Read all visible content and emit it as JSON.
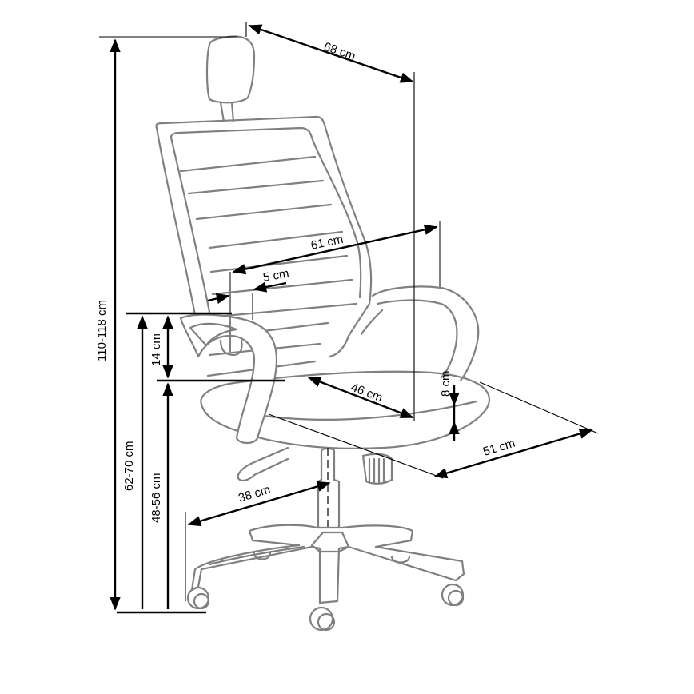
{
  "diagram": {
    "subject": "office chair with headrest — dimensions",
    "units": "cm",
    "colors": {
      "outline": "#808080",
      "dimension_lines": "#000000",
      "background": "#ffffff"
    },
    "dimensions": {
      "overall_depth": {
        "label": "68 cm"
      },
      "back_width": {
        "label": "61 cm"
      },
      "frame_thickness": {
        "label": "5 cm"
      },
      "total_height": {
        "label": "110-118 cm"
      },
      "armrest_height": {
        "label": "62-70 cm"
      },
      "armrest_above_seat": {
        "label": "14 cm"
      },
      "seat_height": {
        "label": "48-56 cm"
      },
      "seat_depth": {
        "label": "46 cm"
      },
      "seat_thickness": {
        "label": "8 cm"
      },
      "seat_width": {
        "label": "51 cm"
      },
      "base_radius": {
        "label": "38 cm"
      }
    }
  }
}
